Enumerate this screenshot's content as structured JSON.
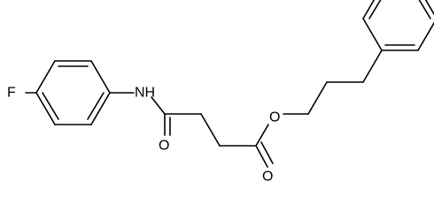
{
  "molecule": {
    "atoms": {
      "fluorine": "F",
      "amide_nitrogen": "NH",
      "amide_oxygen": "O",
      "ester_carbonyl_oxygen": "O",
      "ester_ether_oxygen": "O"
    }
  }
}
